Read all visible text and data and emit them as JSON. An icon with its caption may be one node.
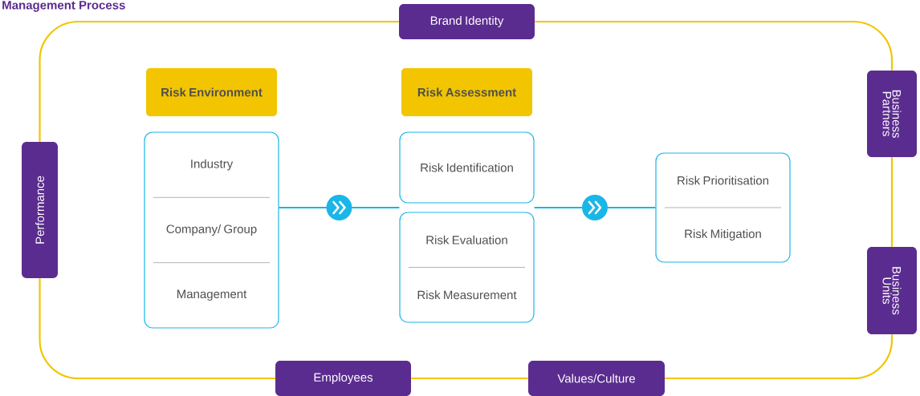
{
  "diagram": {
    "title": "Management Process",
    "nodes": [
      {
        "text": [
          "Brand Identity"
        ]
      },
      {
        "text": [
          "Business Partners"
        ]
      },
      {
        "text": [
          "Business Units"
        ]
      },
      {
        "text": [
          "Values/Culture"
        ]
      },
      {
        "text": [
          "Employees"
        ]
      },
      {
        "text": [
          "Performance"
        ]
      },
      {
        "text": [
          "Risk Environment"
        ]
      },
      {
        "text": [
          "Industry",
          "Company/ Group",
          "Management"
        ]
      },
      {
        "text": [
          "Risk Assessment"
        ]
      },
      {
        "text": [
          "Risk Identification"
        ]
      },
      {
        "text": [
          "Risk Evaluation",
          "Risk Measurement"
        ]
      },
      {
        "text": [
          "Risk Prioritisation",
          "Risk Mitigation"
        ]
      }
    ],
    "edges": [
      {
        "from": 0,
        "to": 1,
        "arrow": "none"
      },
      {
        "from": 1,
        "to": 2,
        "arrow": "none"
      },
      {
        "from": 2,
        "to": 3,
        "arrow": "none"
      },
      {
        "from": 3,
        "to": 4,
        "arrow": "none"
      },
      {
        "from": 4,
        "to": 5,
        "arrow": "none"
      },
      {
        "from": 5,
        "to": 0,
        "arrow": "none"
      },
      {
        "from": 7,
        "to": 9,
        "arrow": "to",
        "color": "#1ab6e8"
      },
      {
        "from": 7,
        "to": 10,
        "arrow": "to",
        "color": "#1ab6e8"
      },
      {
        "from": 9,
        "to": 11,
        "arrow": "to",
        "color": "#1ab6e8"
      },
      {
        "from": 10,
        "to": 11,
        "arrow": "to",
        "color": "#1ab6e8"
      }
    ]
  }
}
